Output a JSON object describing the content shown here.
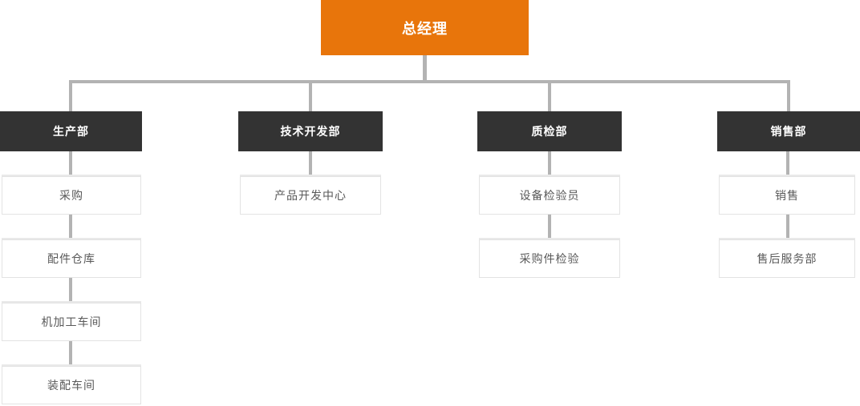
{
  "root": {
    "label": "总经理"
  },
  "departments": [
    {
      "label": "生产部",
      "children": [
        "采购",
        "配件仓库",
        "机加工车间",
        "装配车间"
      ]
    },
    {
      "label": "技术开发部",
      "children": [
        "产品开发中心"
      ]
    },
    {
      "label": "质检部",
      "children": [
        "设备检验员",
        "采购件检验"
      ]
    },
    {
      "label": "销售部",
      "children": [
        "销售",
        "售后服务部"
      ]
    }
  ],
  "colors": {
    "canvas_bg": "#ffffff",
    "root_bg": "#e8750b",
    "root_text": "#ffffff",
    "dept_bg": "#333333",
    "dept_text": "#ffffff",
    "connector": "#b3b3b3",
    "child_bg": "#ffffff",
    "child_border": "#e3e3e3",
    "child_text": "#595959"
  }
}
